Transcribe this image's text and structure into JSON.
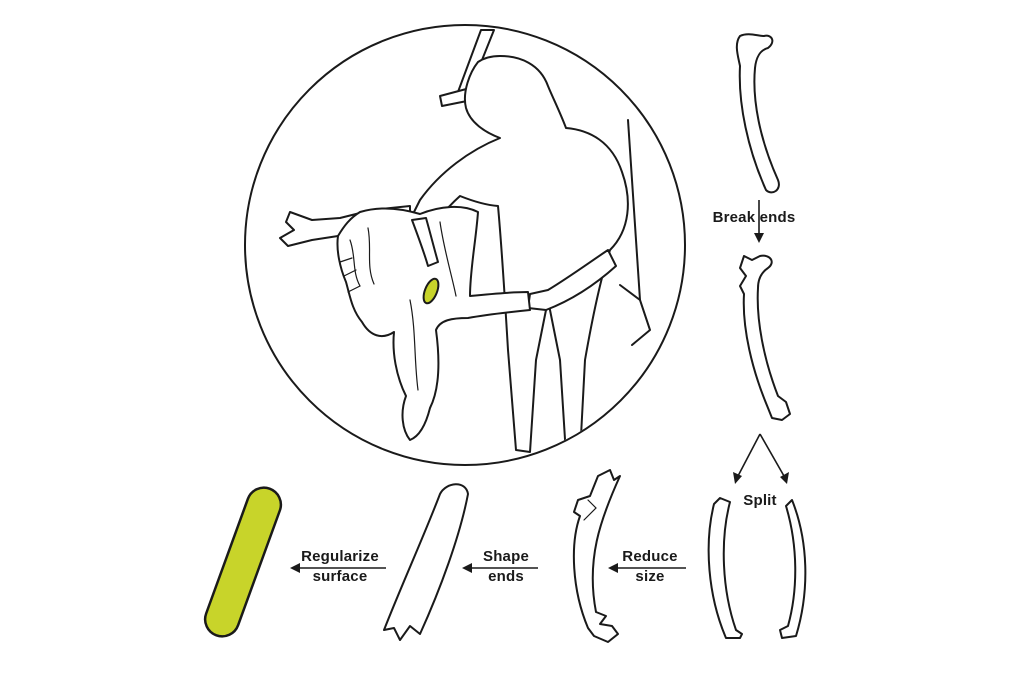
{
  "steps": {
    "break_ends": "Break ends",
    "split": "Split",
    "reduce_size": "Reduce size",
    "shape_ends": "Shape ends",
    "regularize_surface": "Regularize surface"
  },
  "colors": {
    "accent": "#c8d42a",
    "line": "#1a1a1a",
    "background": "#ffffff"
  }
}
